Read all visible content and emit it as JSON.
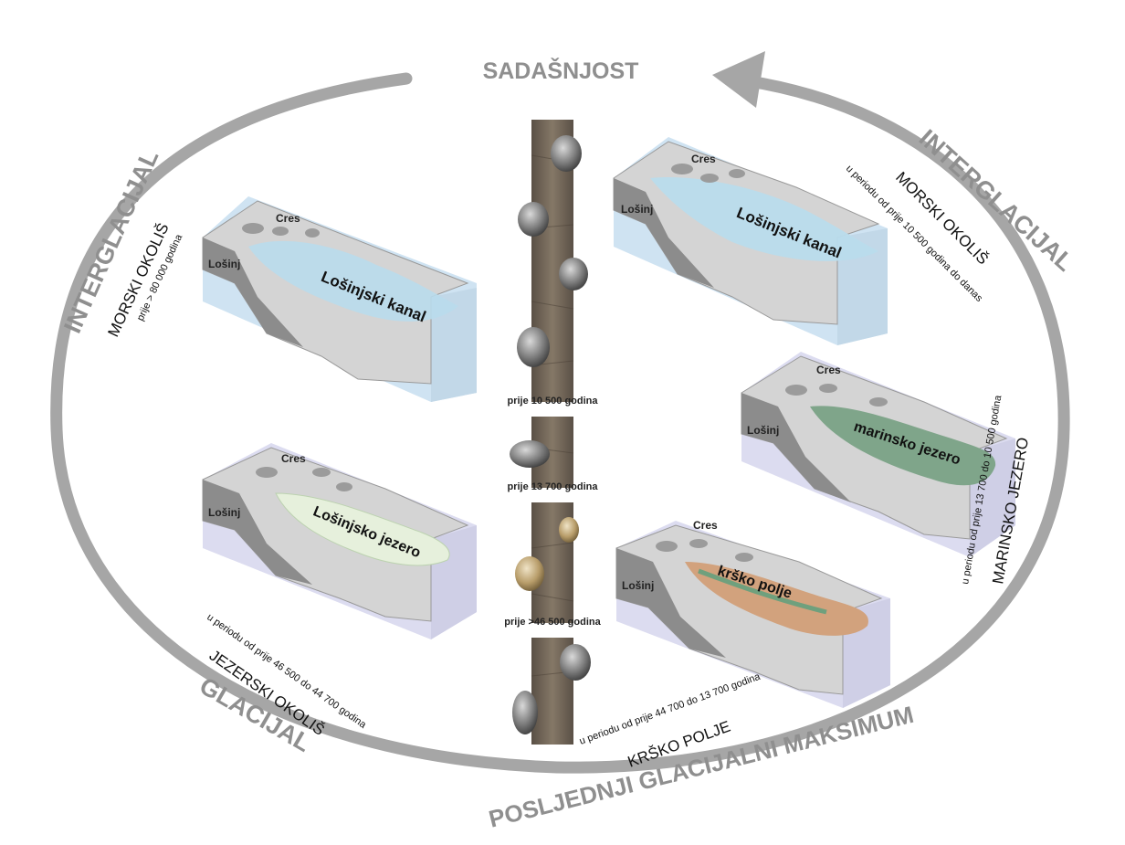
{
  "cycle": {
    "top": "SADAŠNJOST",
    "left_phase": "INTERGLACIJAL",
    "right_phase": "INTERGLACIJAL",
    "bottom_left_phase": "GLACIJAL",
    "bottom_phase": "POSLJEDNJI GLACIJALNI MAKSIMUM"
  },
  "panels": [
    {
      "id": "past_marine",
      "island_a": "Cres",
      "island_b": "Lošinj",
      "water_label": "Lošinjski kanal",
      "env_title": "MORSKI OKOLIŠ",
      "env_period": "prije > 80 000 godina",
      "water_color": "#b9dcec"
    },
    {
      "id": "present_marine",
      "island_a": "Cres",
      "island_b": "Lošinj",
      "water_label": "Lošinjski kanal",
      "env_title": "MORSKI OKOLIŠ",
      "env_period": "u periodu od prije 10 500 godina do danas",
      "water_color": "#b9dcec"
    },
    {
      "id": "marine_lake",
      "island_a": "Cres",
      "island_b": "Lošinj",
      "water_label": "marinsko jezero",
      "env_title": "MARINSKO JEZERO",
      "env_period": "u periodu od prije 13 700 do 10 500 godina",
      "water_color": "#7fa58a"
    },
    {
      "id": "karst_field",
      "island_a": "Cres",
      "island_b": "Lošinj",
      "water_label": "krško polje",
      "env_title": "KRŠKO POLJE",
      "env_period": "u periodu od prije 44 700 do 13 700 godina",
      "water_color": "#d2a27d"
    },
    {
      "id": "lake",
      "island_a": "Cres",
      "island_b": "Lošinj",
      "water_label": "Lošinjsko jezero",
      "env_title": "JEZERSKI OKOLIŠ",
      "env_period": "u periodu od prije 46 500 do 44 700 godina",
      "water_color": "#e6f0dc"
    }
  ],
  "core": {
    "labels": [
      "prije 10 500 godina",
      "prije 13 700 godina",
      "prije >46 500 godina"
    ]
  },
  "colors": {
    "arrow": "#a6a6a6",
    "core": "#6e6254",
    "rock": "#d6d6d6",
    "sea": "#cfe3f2",
    "lake_base": "#dcdcf0"
  }
}
